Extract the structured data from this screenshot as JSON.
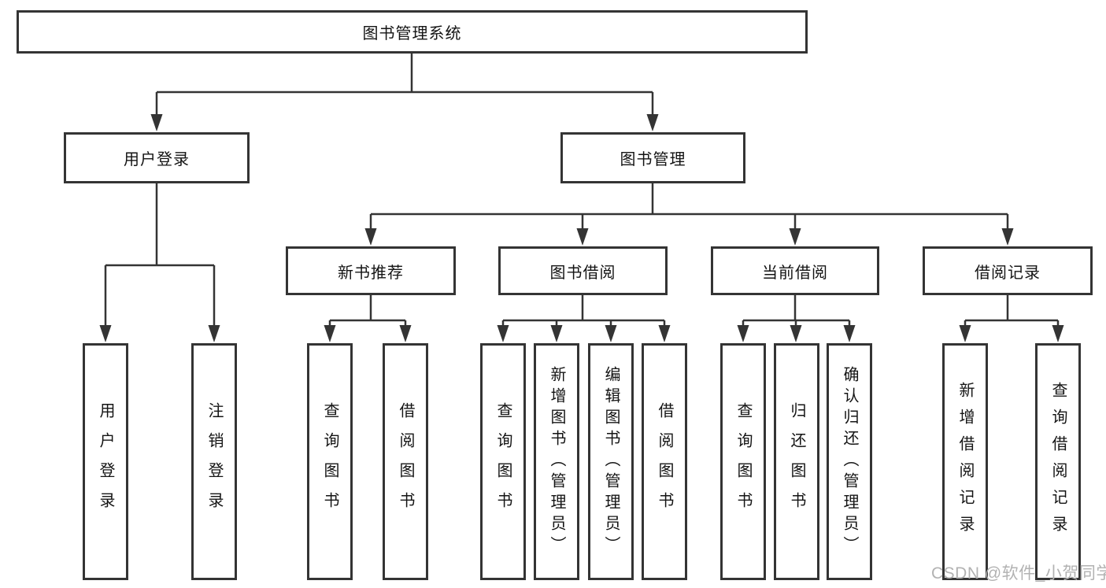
{
  "diagram": {
    "root": {
      "label": "图书管理系统",
      "children": [
        {
          "label": "用户登录",
          "children": [
            {
              "label": "用户登录"
            },
            {
              "label": "注销登录"
            }
          ]
        },
        {
          "label": "图书管理",
          "children": [
            {
              "label": "新书推荐",
              "children": [
                {
                  "label": "查询图书"
                },
                {
                  "label": "借阅图书"
                }
              ]
            },
            {
              "label": "图书借阅",
              "children": [
                {
                  "label": "查询图书"
                },
                {
                  "label": "新增图书（管理员）"
                },
                {
                  "label": "编辑图书（管理员）"
                },
                {
                  "label": "借阅图书"
                }
              ]
            },
            {
              "label": "当前借阅",
              "children": [
                {
                  "label": "查询图书"
                },
                {
                  "label": "归还图书"
                },
                {
                  "label": "确认归还（管理员）"
                }
              ]
            },
            {
              "label": "借阅记录",
              "children": [
                {
                  "label": "新增借阅记录"
                },
                {
                  "label": "查询借阅记录"
                }
              ]
            }
          ]
        }
      ]
    }
  },
  "watermark": {
    "text": "CSDN @软件_小贺同学"
  },
  "colors": {
    "line": "#343434",
    "box_border": "#343434",
    "text": "#141414",
    "watermark": "#b2b2b2",
    "background": "#ffffff"
  }
}
